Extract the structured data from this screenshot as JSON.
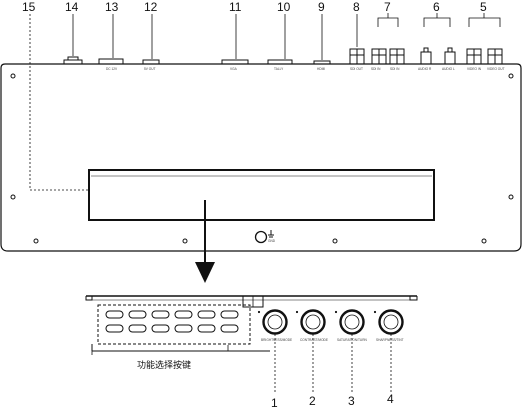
{
  "rear_panel": {
    "callouts": [
      "1",
      "2",
      "3",
      "4",
      "5",
      "6",
      "7",
      "8",
      "9",
      "10",
      "11",
      "12",
      "13",
      "14",
      "15"
    ],
    "port_labels": {
      "p5a": "VIDEO IN",
      "p5b": "VIDEO OUT",
      "p6a": "AUDIO R",
      "p6b": "AUDIO L",
      "p7a": "SDI IN",
      "p7b": "SDI IN",
      "p8": "SDI OUT",
      "p9": "HDMI",
      "p10": "TALLY",
      "p11": "VGA",
      "p12": "5V OUT",
      "p13": "DC 12V",
      "ground": "GND"
    }
  },
  "front_panel": {
    "knob_labels": [
      "BRIGHTNESS/MODE",
      "CONTRAST/MODE",
      "SATURATION/TURN",
      "SHARPNESS/TINT"
    ],
    "function_keys_caption": "功能选择按键"
  }
}
